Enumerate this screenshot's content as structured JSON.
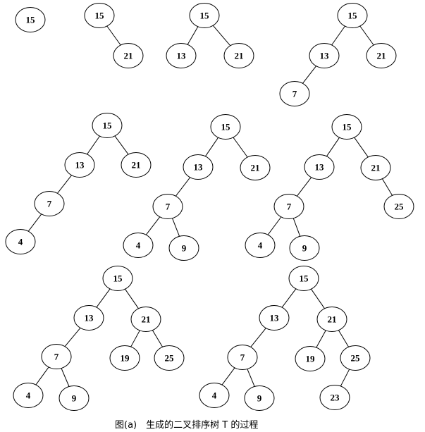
{
  "trees": [
    {
      "nodes": [
        {
          "value": "15",
          "parent": null
        }
      ]
    },
    {
      "nodes": [
        {
          "value": "15",
          "parent": null
        },
        {
          "value": "21",
          "parent": "15"
        }
      ]
    },
    {
      "nodes": [
        {
          "value": "15",
          "parent": null
        },
        {
          "value": "13",
          "parent": "15"
        },
        {
          "value": "21",
          "parent": "15"
        }
      ]
    },
    {
      "nodes": [
        {
          "value": "15",
          "parent": null
        },
        {
          "value": "13",
          "parent": "15"
        },
        {
          "value": "21",
          "parent": "15"
        },
        {
          "value": "7",
          "parent": "13"
        }
      ]
    },
    {
      "nodes": [
        {
          "value": "15",
          "parent": null
        },
        {
          "value": "13",
          "parent": "15"
        },
        {
          "value": "21",
          "parent": "15"
        },
        {
          "value": "7",
          "parent": "13"
        },
        {
          "value": "4",
          "parent": "7"
        }
      ]
    },
    {
      "nodes": [
        {
          "value": "15",
          "parent": null
        },
        {
          "value": "13",
          "parent": "15"
        },
        {
          "value": "21",
          "parent": "15"
        },
        {
          "value": "7",
          "parent": "13"
        },
        {
          "value": "4",
          "parent": "7"
        },
        {
          "value": "9",
          "parent": "7"
        }
      ]
    },
    {
      "nodes": [
        {
          "value": "15",
          "parent": null
        },
        {
          "value": "13",
          "parent": "15"
        },
        {
          "value": "21",
          "parent": "15"
        },
        {
          "value": "7",
          "parent": "13"
        },
        {
          "value": "4",
          "parent": "7"
        },
        {
          "value": "9",
          "parent": "7"
        },
        {
          "value": "25",
          "parent": "21"
        }
      ]
    },
    {
      "nodes": [
        {
          "value": "15",
          "parent": null
        },
        {
          "value": "13",
          "parent": "15"
        },
        {
          "value": "21",
          "parent": "15"
        },
        {
          "value": "7",
          "parent": "13"
        },
        {
          "value": "4",
          "parent": "7"
        },
        {
          "value": "9",
          "parent": "7"
        },
        {
          "value": "19",
          "parent": "21"
        },
        {
          "value": "25",
          "parent": "21"
        }
      ]
    },
    {
      "nodes": [
        {
          "value": "15",
          "parent": null
        },
        {
          "value": "13",
          "parent": "15"
        },
        {
          "value": "21",
          "parent": "15"
        },
        {
          "value": "7",
          "parent": "13"
        },
        {
          "value": "4",
          "parent": "7"
        },
        {
          "value": "9",
          "parent": "7"
        },
        {
          "value": "19",
          "parent": "21"
        },
        {
          "value": "25",
          "parent": "21"
        },
        {
          "value": "23",
          "parent": "25"
        }
      ]
    }
  ],
  "caption": "图(a)　生成的二叉排序树 T 的过程"
}
